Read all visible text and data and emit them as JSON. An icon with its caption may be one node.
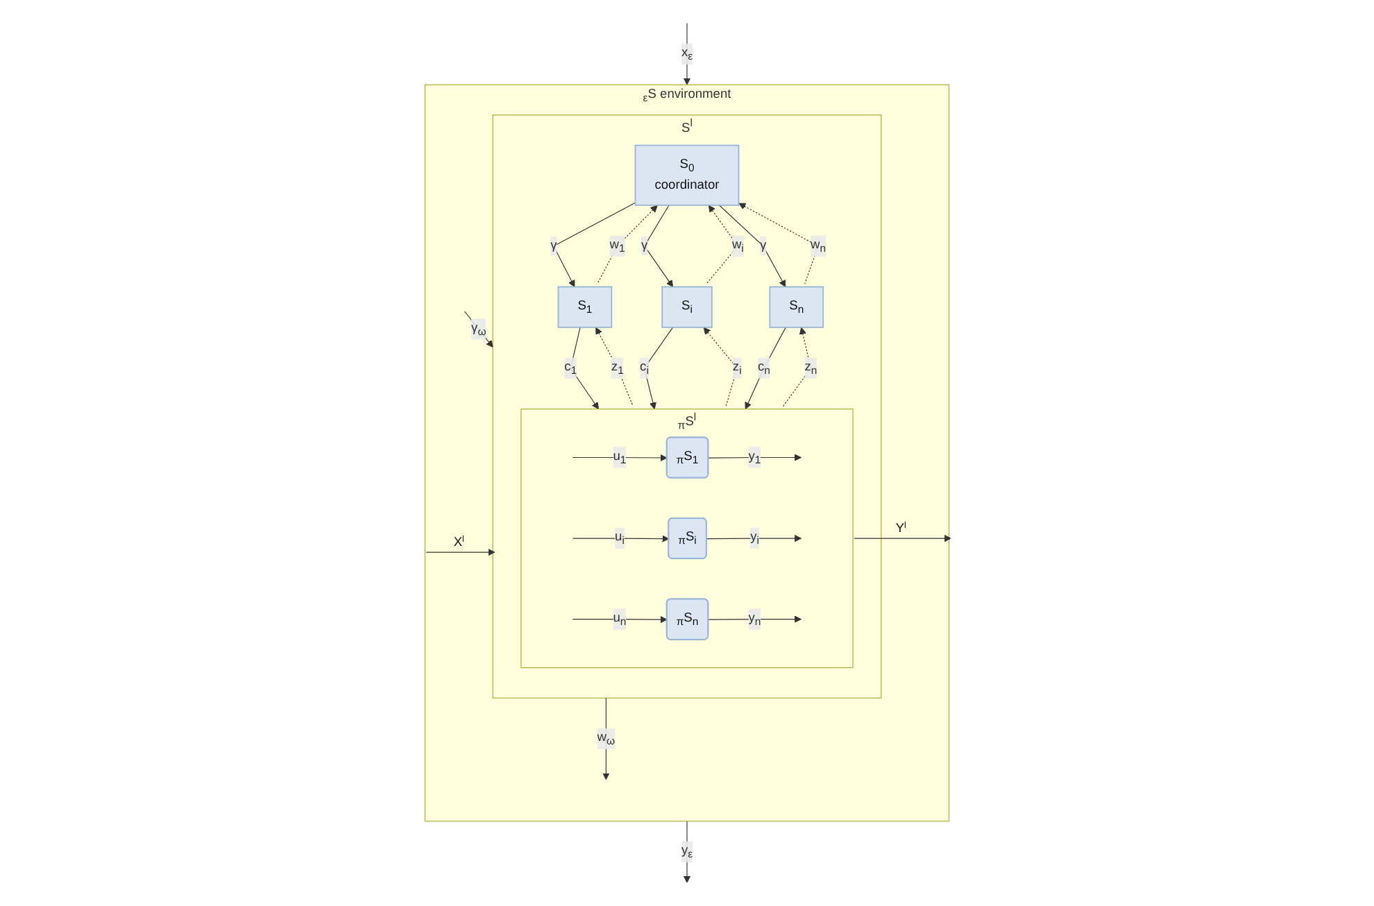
{
  "diagram": {
    "nodes": [
      {
        "text": [
          "$_{ε}$S environment"
        ]
      },
      {
        "text": [
          "S$^{l}$"
        ],
        "in": 0
      },
      {
        "text": [
          "S$_{0}$",
          "coordinator"
        ],
        "in": 1
      },
      {
        "text": [
          "S$_{1}$"
        ],
        "in": 1
      },
      {
        "text": [
          "S$_{i}$"
        ],
        "in": 1
      },
      {
        "text": [
          "S$_{n}$"
        ],
        "in": 1
      },
      {
        "text": [
          "$_{π}$S$^{l}$"
        ],
        "in": 1
      },
      {
        "text": [
          "$_{π}$S$_{1}$"
        ],
        "in": 6
      },
      {
        "text": [
          "$_{π}$S$_{i}$"
        ],
        "in": 6
      },
      {
        "text": [
          "$_{π}$S$_{n}$"
        ],
        "in": 6
      }
    ],
    "edges": [
      {
        "from": null,
        "to": 1,
        "arrow": "to",
        "label": "γ$_{ω}$"
      },
      {
        "from": 1,
        "to": null,
        "arrow": "to",
        "label": "w$_{ω}$"
      },
      {
        "from": 2,
        "to": 3,
        "arrow": "to",
        "label": "γ"
      },
      {
        "from": 3,
        "to": 2,
        "arrow": "to",
        "label": "w$_{1}$",
        "style": "dashed"
      },
      {
        "from": 2,
        "to": 4,
        "arrow": "to",
        "label": "γ"
      },
      {
        "from": 4,
        "to": 2,
        "arrow": "to",
        "label": "w$_{i}$",
        "style": "dashed"
      },
      {
        "from": 2,
        "to": 5,
        "arrow": "to",
        "label": "γ"
      },
      {
        "from": 5,
        "to": 2,
        "arrow": "to",
        "label": "w$_{n}$",
        "style": "dashed"
      },
      {
        "from": 0,
        "to": null,
        "arrow": "to",
        "label": "y$_{ε}$"
      },
      {
        "from": null,
        "to": 0,
        "arrow": "to",
        "label": "x$_{ε}$"
      },
      {
        "from": 3,
        "to": 6,
        "arrow": "to",
        "label": "c$_{1}$"
      },
      {
        "from": 6,
        "to": 3,
        "arrow": "to",
        "label": "z$_{1}$",
        "style": "dashed"
      },
      {
        "from": 4,
        "to": 6,
        "arrow": "to",
        "label": "c$_{i}$"
      },
      {
        "from": 6,
        "to": 4,
        "arrow": "to",
        "label": "z$_{i}$",
        "style": "dashed"
      },
      {
        "from": 5,
        "to": 6,
        "arrow": "to",
        "label": "c$_{n}$"
      },
      {
        "from": 6,
        "to": 5,
        "arrow": "to",
        "label": "z$_{n}$",
        "style": "dashed"
      },
      {
        "from": 0,
        "to": 1,
        "arrow": "to",
        "label": "X$^{l}$"
      },
      {
        "from": 6,
        "to": 0,
        "arrow": "to",
        "label": "Y$^{l}$"
      },
      {
        "from": null,
        "to": 7,
        "arrow": "to",
        "label": "u$_{1}$"
      },
      {
        "from": 7,
        "to": null,
        "arrow": "to",
        "label": "y$_{1}$"
      },
      {
        "from": null,
        "to": 8,
        "arrow": "to",
        "label": "u$_{i}$"
      },
      {
        "from": 8,
        "to": null,
        "arrow": "to",
        "label": "y$_{i}$"
      },
      {
        "from": null,
        "to": 9,
        "arrow": "to",
        "label": "u$_{n}$"
      },
      {
        "from": 9,
        "to": null,
        "arrow": "to",
        "label": "y$_{n}$"
      }
    ]
  }
}
